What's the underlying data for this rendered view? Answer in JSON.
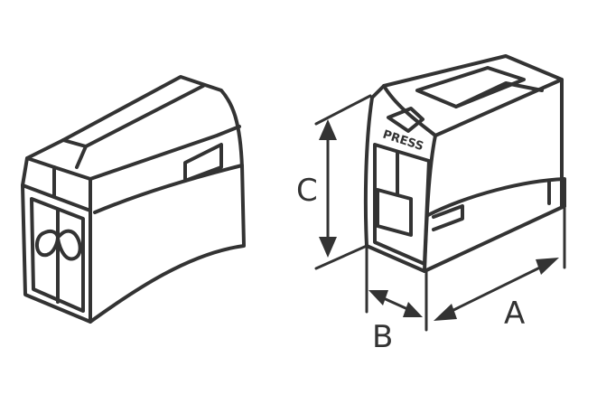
{
  "diagram": {
    "press_label": "PRESS",
    "dimension_labels": {
      "a": "A",
      "b": "B",
      "c": "C"
    },
    "line_color": "#333333"
  }
}
